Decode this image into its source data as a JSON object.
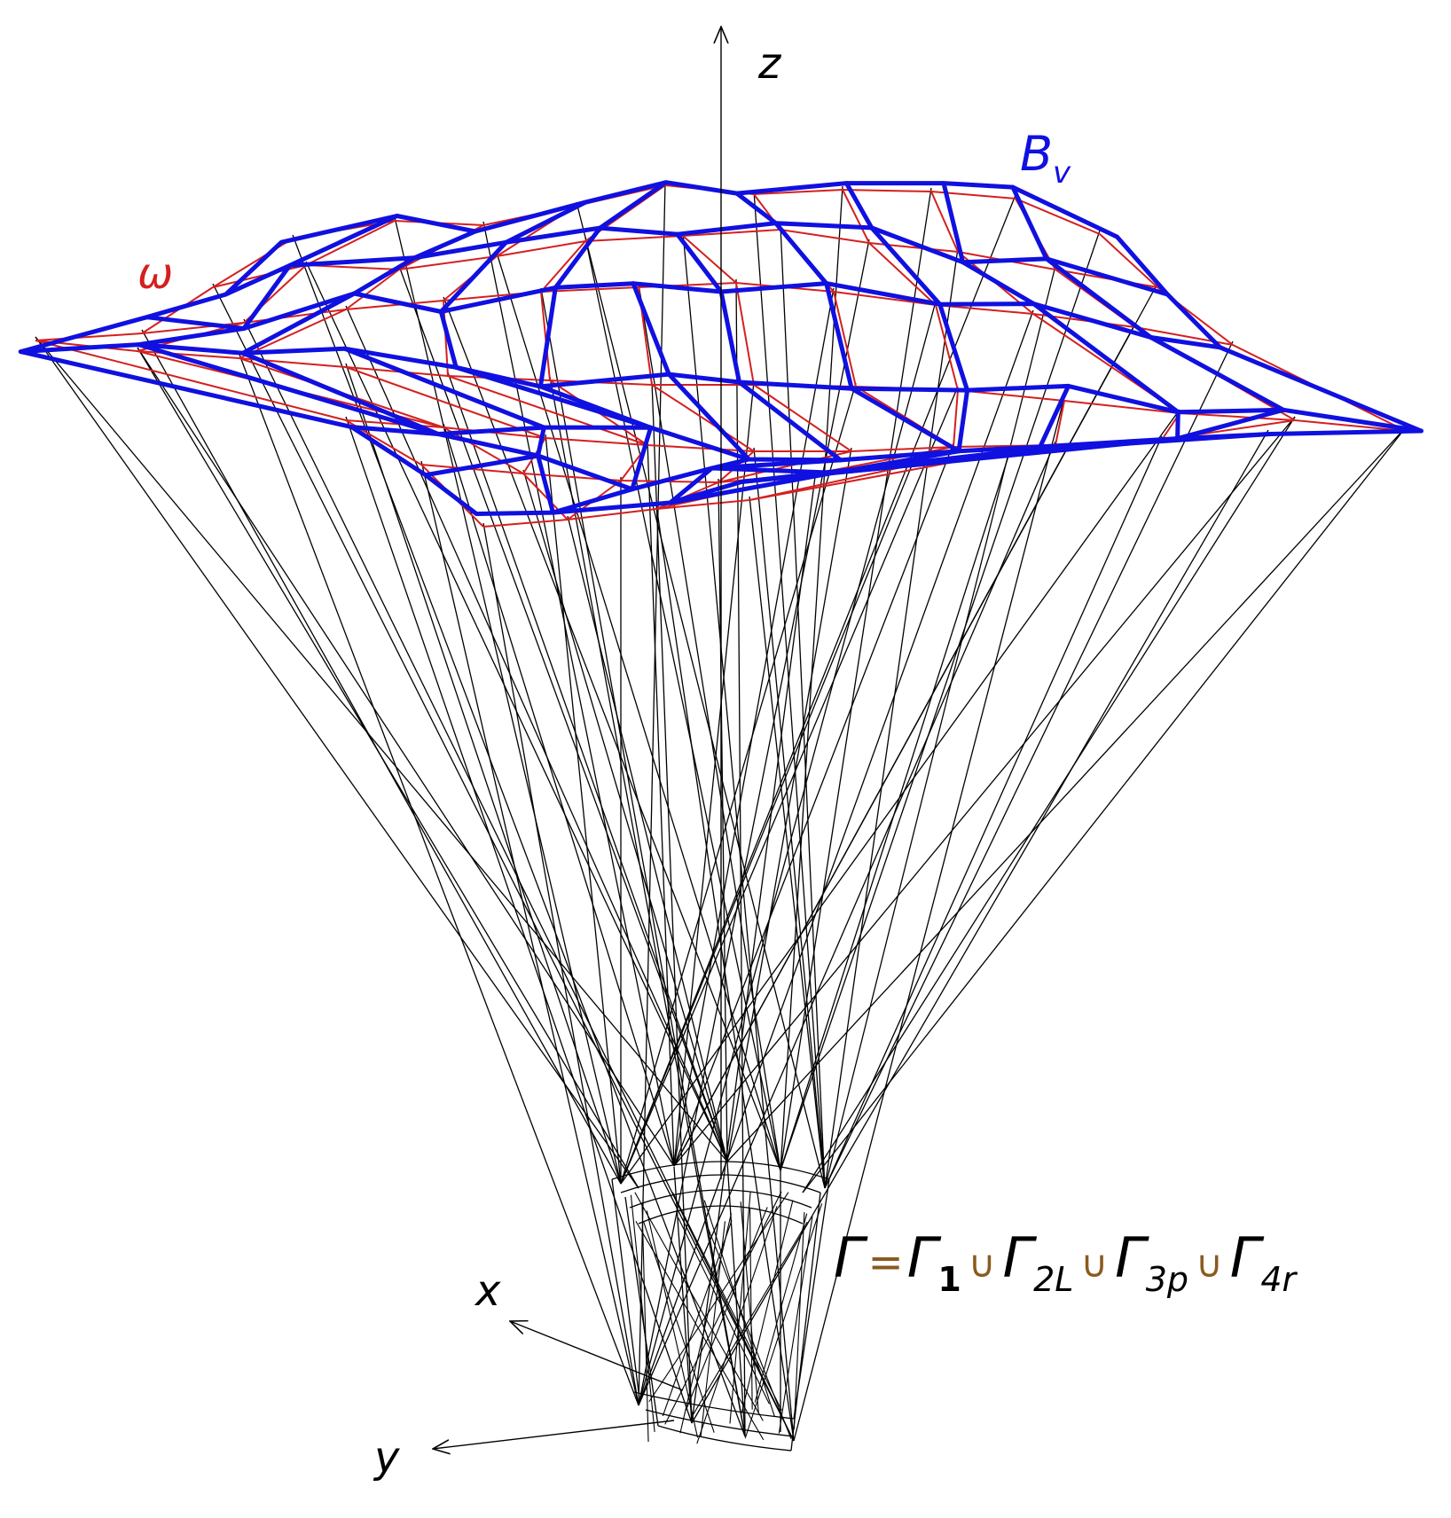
{
  "labels": {
    "axis_z": "z",
    "axis_x": "x",
    "axis_y": "y",
    "omega": "ω",
    "bv_base": "B",
    "bv_sub": "v",
    "gamma": {
      "g": "Γ",
      "eq": "=",
      "s1": "1",
      "s2": "2L",
      "s3": "3p",
      "s4": "4r",
      "union": "∪"
    }
  },
  "colors": {
    "lines": "#000000",
    "omega": "#d42020",
    "bv": "#1010e0",
    "union": "#8a5a20",
    "background": "#ffffff"
  }
}
